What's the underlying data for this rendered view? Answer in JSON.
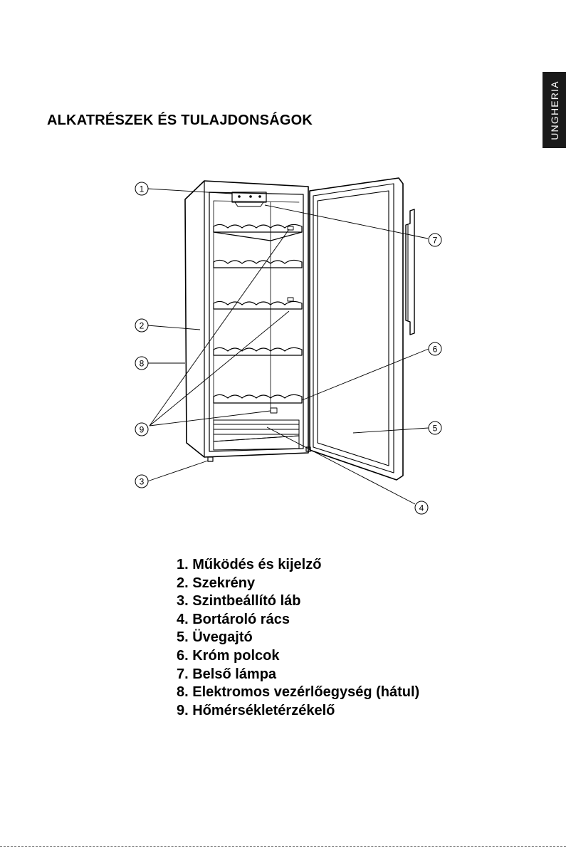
{
  "side_tab": {
    "label": "UNGHERIA"
  },
  "title": "ALKATRÉSZEK ÉS TULAJDONSÁGOK",
  "callouts": [
    "1",
    "2",
    "3",
    "4",
    "5",
    "6",
    "7",
    "8",
    "9"
  ],
  "parts": [
    "1. Működés és kijelző",
    "2. Szekrény",
    "3. Szintbeállító láb",
    "4. Bortároló rács",
    "5. Üvegajtó",
    "6. Króm polcok",
    "7. Belső lámpa",
    "8. Elektromos vezérlőegység (hátul)",
    "9. Hőmérsékletérzékelő"
  ]
}
